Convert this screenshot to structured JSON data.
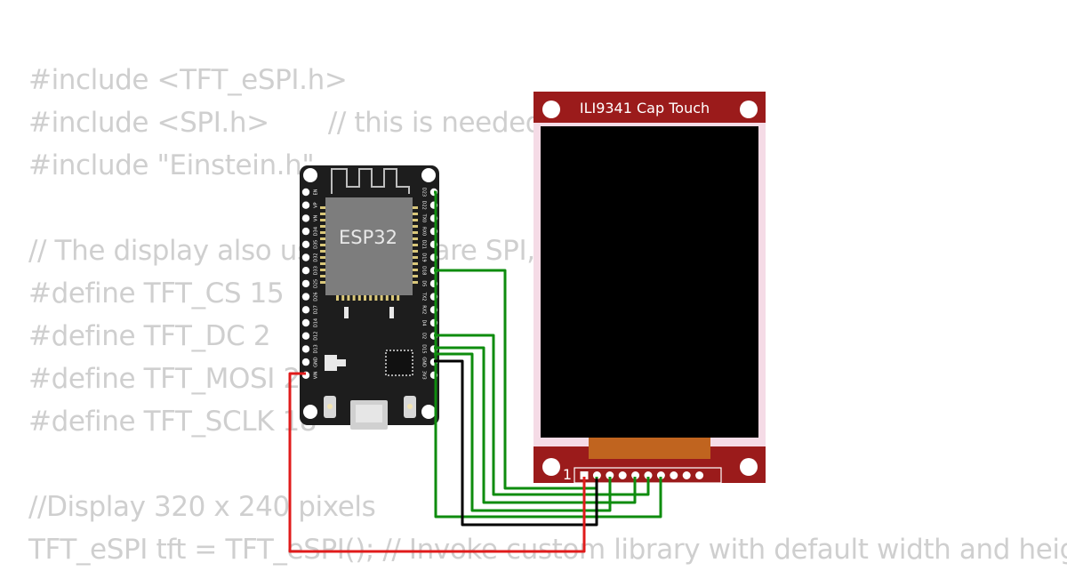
{
  "code_lines": [
    "#include <TFT_eSPI.h>",
    "#include <SPI.h>       // this is needed f",
    "#include \"Einstein.h\"",
    "",
    "// The display also uses hardware SPI, ",
    "#define TFT_CS 15",
    "#define TFT_DC 2",
    "#define TFT_MOSI 23",
    "#define TFT_SCLK 18",
    "",
    "//Display 320 x 240 pixels",
    "TFT_eSPI tft = TFT_eSPI(); // Invoke custom library with default width and heig"
  ],
  "esp32": {
    "chip_label": "ESP32",
    "left_pins": [
      "EN",
      "VP",
      "VN",
      "D34",
      "D35",
      "D32",
      "D33",
      "D25",
      "D26",
      "D27",
      "D14",
      "D12",
      "D13",
      "GND",
      "VIN"
    ],
    "right_pins": [
      "D23",
      "D22",
      "TX0",
      "RX0",
      "D21",
      "D19",
      "D18",
      "D5",
      "TX2",
      "RX2",
      "D4",
      "D2",
      "D15",
      "GND",
      "3V3"
    ]
  },
  "display": {
    "title": "ILI9341 Cap Touch",
    "pin1_label": "1",
    "pin_count": 10
  },
  "colors": {
    "board": "#1d1d1d",
    "display_pcb": "#9b1b1b",
    "screen": "#000000",
    "wire_green": "#0e8c0e",
    "wire_black": "#000000",
    "wire_red": "#e01b1b",
    "code_text": "#cfcfcf"
  }
}
